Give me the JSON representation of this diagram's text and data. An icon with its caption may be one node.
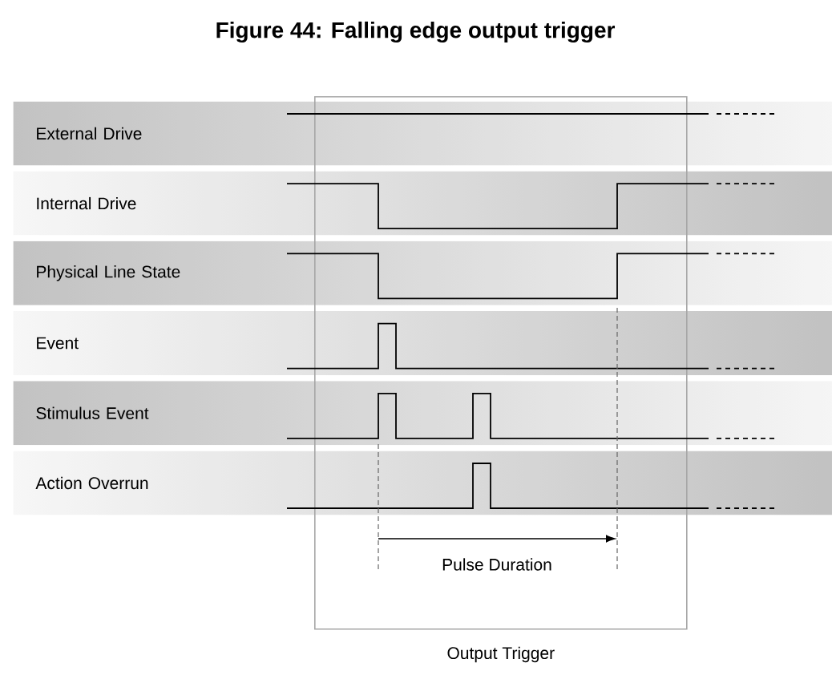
{
  "diagram": {
    "title": "Figure 44: Falling edge output trigger",
    "nodes": [
      {
        "text": [
          "External Drive"
        ]
      },
      {
        "text": [
          "Internal Drive"
        ]
      },
      {
        "text": [
          "Physical Line State"
        ]
      },
      {
        "text": [
          "Event"
        ]
      },
      {
        "text": [
          "Stimulus Event"
        ]
      },
      {
        "text": [
          "Action Overrun"
        ]
      },
      {
        "text": [
          "Output Trigger"
        ]
      }
    ],
    "labels": [
      "Pulse Duration"
    ]
  }
}
